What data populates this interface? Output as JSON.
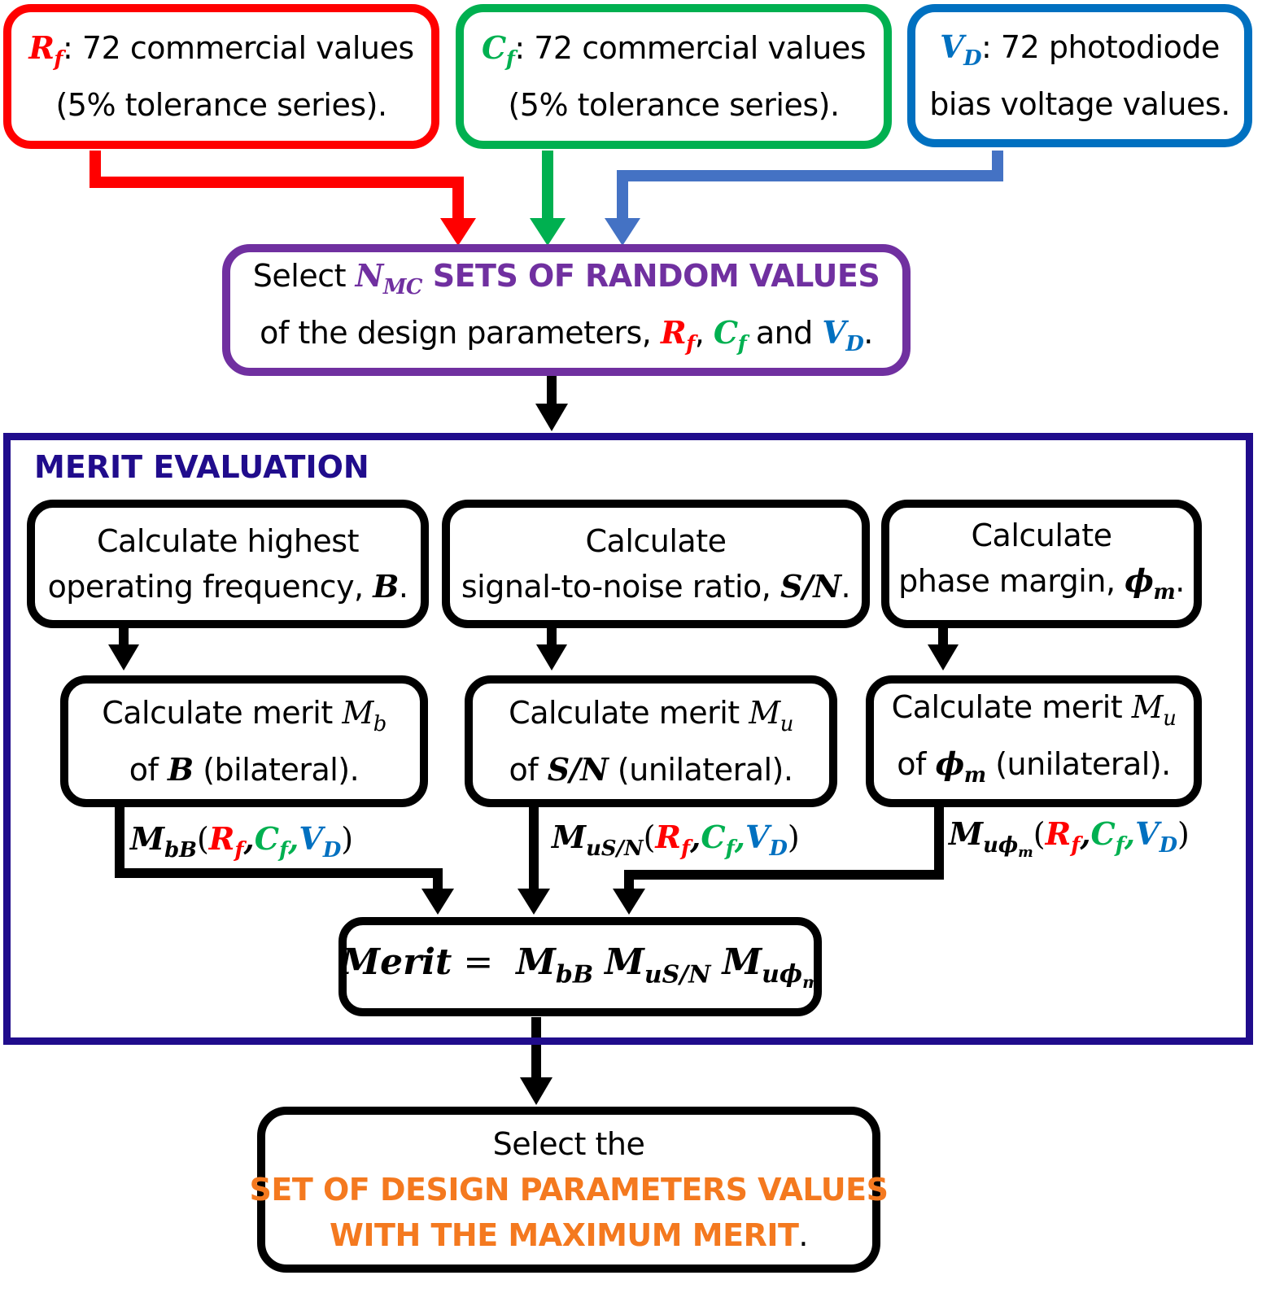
{
  "inputs": {
    "rf": {
      "sym": "R",
      "sub": "f",
      "text1": ": 72 commercial values",
      "text2": "(5% tolerance series)."
    },
    "cf": {
      "sym": "C",
      "sub": "f",
      "text1": ": 72 commercial values",
      "text2": "(5% tolerance series)."
    },
    "vd": {
      "sym": "V",
      "sub": "D",
      "text1": ": 72 photodiode",
      "text2": "bias voltage values."
    }
  },
  "select_box": {
    "pre": "Select ",
    "n_sym": "N",
    "n_sub": "MC",
    "caps": " SETS OF RANDOM VALUES",
    "line2_pre": "of the design parameters, ",
    "sep1": ", ",
    "and": " and ",
    "end": "."
  },
  "merit_panel": {
    "title": "MERIT EVALUATION"
  },
  "calc": {
    "b": {
      "line1": "Calculate highest",
      "line2": "operating frequency, ",
      "sym": "B",
      "end": "."
    },
    "sn": {
      "line1": "Calculate",
      "line2": "signal-to-noise ratio, ",
      "sym": "S/N",
      "end": "."
    },
    "pm": {
      "line1": "Calculate",
      "line2": "phase margin, ",
      "sym": "ϕ",
      "sub": "m",
      "end": "."
    }
  },
  "merit": {
    "b": {
      "line1": "Calculate merit ",
      "m": "M",
      "msub": "b",
      "of": "of ",
      "sym": "B",
      "tail": " (bilateral)."
    },
    "sn": {
      "line1": "Calculate merit ",
      "m": "M",
      "msub": "u",
      "of": "of ",
      "sym": "S/N",
      "tail": " (unilateral)."
    },
    "pm": {
      "line1": "Calculate merit ",
      "m": "M",
      "msub": "u",
      "of": "of ",
      "sym": "ϕ",
      "symsub": "m",
      "tail": " (unilateral)."
    }
  },
  "labels": {
    "b": {
      "m": "M",
      "sub": "bB"
    },
    "sn": {
      "m": "M",
      "sub": "uS/N"
    },
    "pm": {
      "m": "M",
      "sub": "uϕ",
      "subsub": "m"
    }
  },
  "formula": {
    "lhs": "Merit",
    "eq": " = ",
    "t1": "M",
    "t1sub": "bB",
    "t2": "M",
    "t2sub": "uS/N",
    "t3": "M",
    "t3sub": "uϕ",
    "t3subsub": "m"
  },
  "final": {
    "line1": "Select the",
    "line2": "SET OF DESIGN PARAMETERS VALUES",
    "line3": "WITH THE MAXIMUM MERIT",
    "end": "."
  },
  "colors": {
    "red": "#ff0000",
    "green": "#00b050",
    "blue": "#0070c0",
    "purple": "#7030a0",
    "navy": "#200c8c",
    "orange": "#f4791f"
  }
}
